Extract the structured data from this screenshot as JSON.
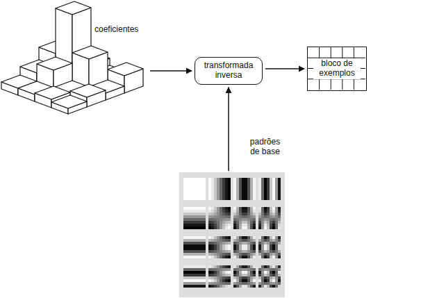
{
  "diagram": {
    "nodes": [
      {
        "text": [
          "coeficientes"
        ]
      },
      {
        "text": [
          "transformada inversa"
        ]
      },
      {
        "text": [
          "bloco de exemplos"
        ]
      },
      {
        "text": [
          "padrões de base"
        ]
      }
    ],
    "edges": [
      {
        "from": 0,
        "to": 1,
        "arrow": "to"
      },
      {
        "from": 1,
        "to": 2,
        "arrow": "to"
      },
      {
        "from": 3,
        "to": 1,
        "arrow": "to"
      }
    ]
  }
}
